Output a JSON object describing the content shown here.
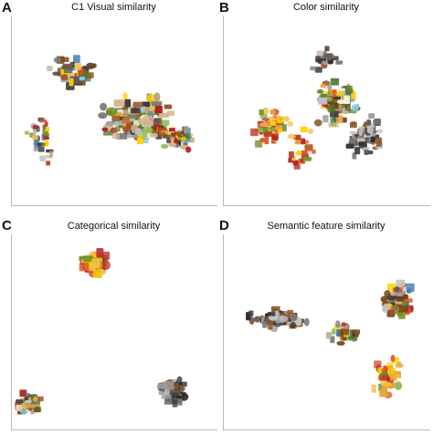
{
  "figure": {
    "panels": [
      {
        "letter": "A",
        "title": "C1 Visual similarity"
      },
      {
        "letter": "B",
        "title": "Color similarity"
      },
      {
        "letter": "C",
        "title": "Categorical similarity"
      },
      {
        "letter": "D",
        "title": "Semantic feature similarity"
      }
    ]
  },
  "palette": {
    "text": "#111111",
    "axis": "#b8b8b8",
    "object_colors": [
      "#8b5a2b",
      "#a0522d",
      "#6b4226",
      "#3a3a3a",
      "#5c5c5c",
      "#7a7a7a",
      "#9e9e9e",
      "#c2c2c2",
      "#2e2e2e",
      "#b22222",
      "#d94c2a",
      "#e8a33d",
      "#f2c14e",
      "#6b8e23",
      "#4a7a2a",
      "#8fbc5a",
      "#4682b4",
      "#87ceeb",
      "#c0a080",
      "#d2b48c",
      "#f5f5dc",
      "#e06020",
      "#ffd000",
      "#704214"
    ]
  }
}
